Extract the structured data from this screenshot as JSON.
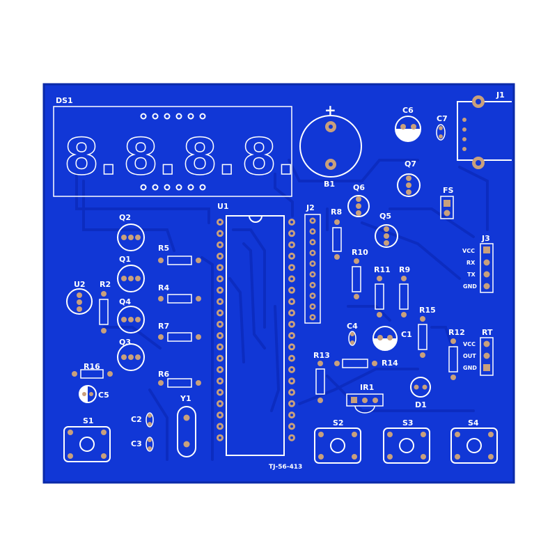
{
  "board": {
    "code": "TJ-56-413",
    "colors": {
      "board": "#1137d6",
      "trace": "#0c2cc0",
      "silk": "#ffffff",
      "pad": "#c9a07c"
    }
  },
  "display": {
    "ref": "DS1",
    "digits": [
      "8.",
      "8.",
      "8.",
      "8."
    ]
  },
  "refs": {
    "B1": "B1",
    "plus": "+",
    "C6": "C6",
    "C7": "C7",
    "J1": "J1",
    "Q7": "Q7",
    "FS": "FS",
    "U1": "U1",
    "J2": "J2",
    "R8": "R8",
    "Q6": "Q6",
    "Q5": "Q5",
    "J3": "J3",
    "R10": "R10",
    "R11": "R11",
    "R9": "R9",
    "C4": "C4",
    "C1": "C1",
    "R15": "R15",
    "R12": "R12",
    "RT": "RT",
    "R13": "R13",
    "R14": "R14",
    "IR1": "IR1",
    "D1": "D1",
    "Q2": "Q2",
    "Q1": "Q1",
    "Q4": "Q4",
    "Q3": "Q3",
    "U2": "U2",
    "R2": "R2",
    "R5": "R5",
    "R4": "R4",
    "R7": "R7",
    "R6": "R6",
    "R16": "R16",
    "C5": "C5",
    "Y1": "Y1",
    "C2": "C2",
    "C3": "C3",
    "S1": "S1",
    "S2": "S2",
    "S3": "S3",
    "S4": "S4"
  },
  "j3_pins": [
    "VCC",
    "RX",
    "TX",
    "GND"
  ],
  "rt_pins": [
    "VCC",
    "OUT",
    "GND"
  ]
}
